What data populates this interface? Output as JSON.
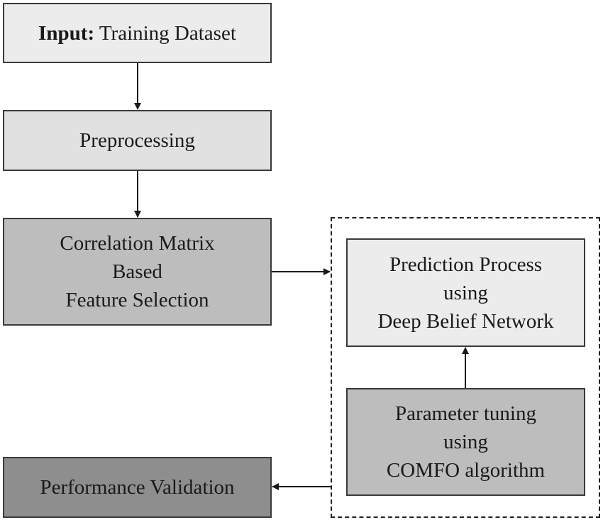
{
  "nodes": {
    "input": {
      "bold": "Input:",
      "text": "Training Dataset"
    },
    "preprocessing": {
      "lines": [
        "Preprocessing"
      ]
    },
    "feature_selection": {
      "lines": [
        "Correlation Matrix",
        "Based",
        "Feature Selection"
      ]
    },
    "prediction": {
      "lines": [
        "Prediction Process",
        "using",
        "Deep Belief Network"
      ]
    },
    "parameter_tuning": {
      "lines": [
        "Parameter tuning",
        "using",
        "COMFO algorithm"
      ]
    },
    "performance": {
      "lines": [
        "Performance Validation"
      ]
    }
  },
  "edges": [
    {
      "from": "input",
      "to": "preprocessing"
    },
    {
      "from": "preprocessing",
      "to": "feature_selection"
    },
    {
      "from": "feature_selection",
      "to": "prediction_group"
    },
    {
      "from": "parameter_tuning",
      "to": "prediction"
    },
    {
      "from": "prediction_group",
      "to": "performance"
    }
  ]
}
